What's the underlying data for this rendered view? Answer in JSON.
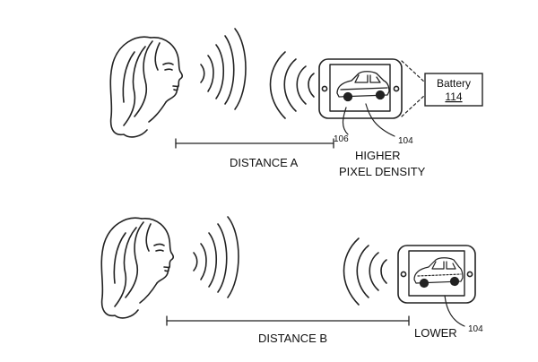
{
  "top_panel": {
    "distance_label": "DISTANCE A",
    "density_line1": "HIGHER",
    "density_line2": "PIXEL DENSITY",
    "callout_image": "106",
    "callout_device": "104",
    "battery_title": "Battery",
    "battery_ref": "114"
  },
  "bottom_panel": {
    "distance_label": "DISTANCE B",
    "density_line1": "LOWER",
    "callout_device": "104"
  },
  "icons": [
    "face-profile",
    "sound-waves",
    "tablet-device",
    "car-image",
    "battery-box"
  ]
}
